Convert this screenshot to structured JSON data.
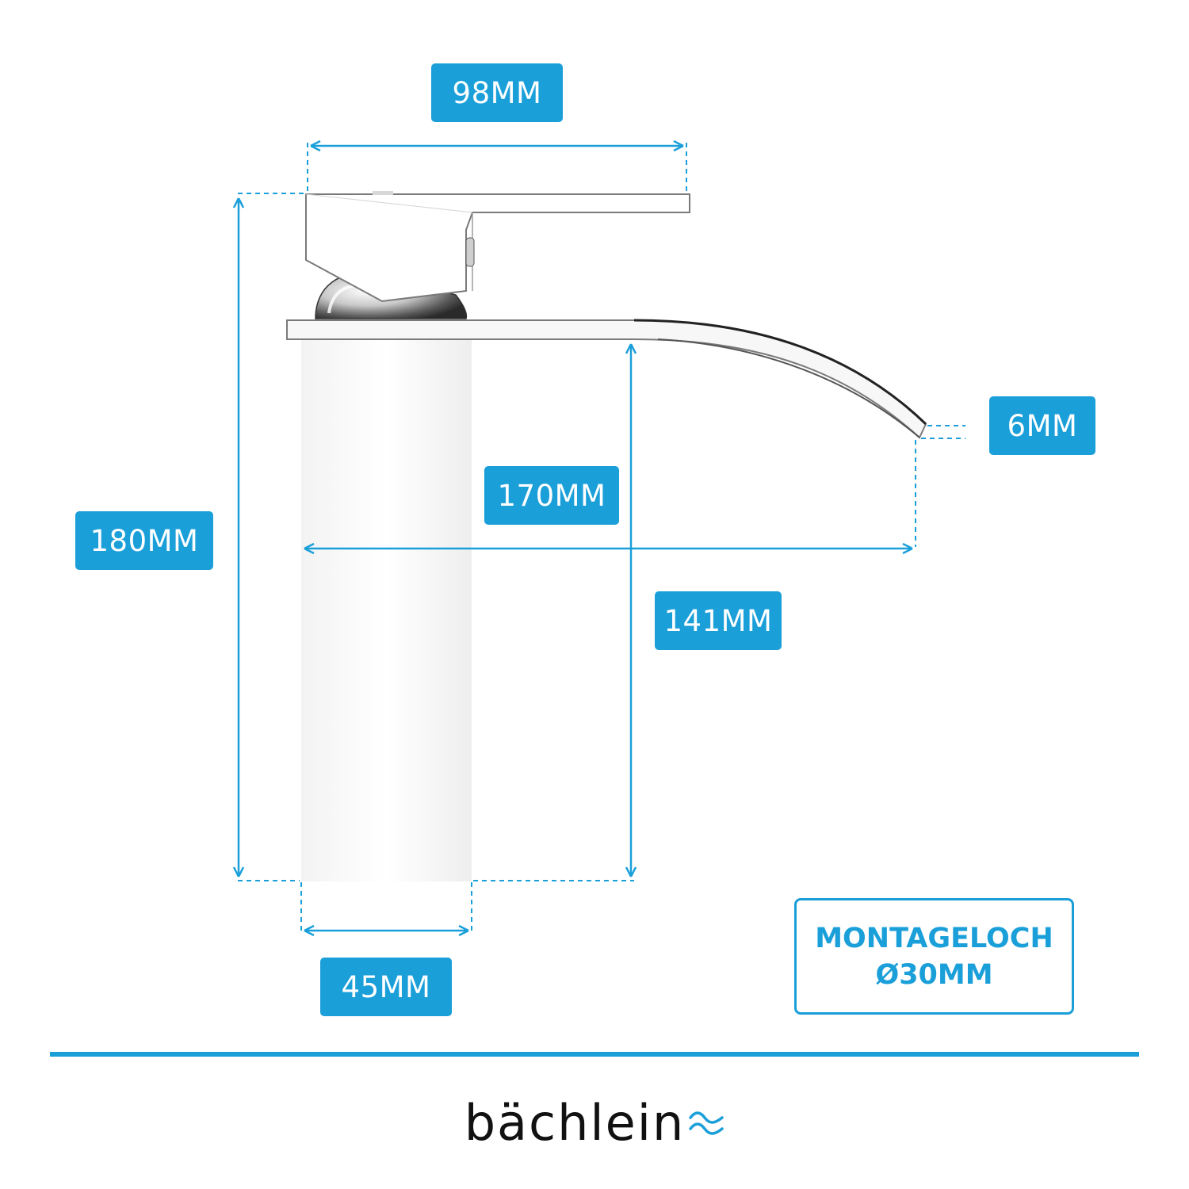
{
  "dimensions": {
    "top_width": "98MM",
    "total_height": "180MM",
    "spout_reach": "170MM",
    "spout_height": "141MM",
    "base_width": "45MM",
    "outlet_width": "6MM"
  },
  "mount_hole": {
    "line1": "MONTAGELOCH",
    "line2": "Ø30MM"
  },
  "brand": {
    "name": "bächlein",
    "logo_icon": "waves-icon"
  },
  "colors": {
    "accent": "#1a9fd9",
    "text_dark": "#111111",
    "faucet_outline": "#8a8a8a"
  }
}
